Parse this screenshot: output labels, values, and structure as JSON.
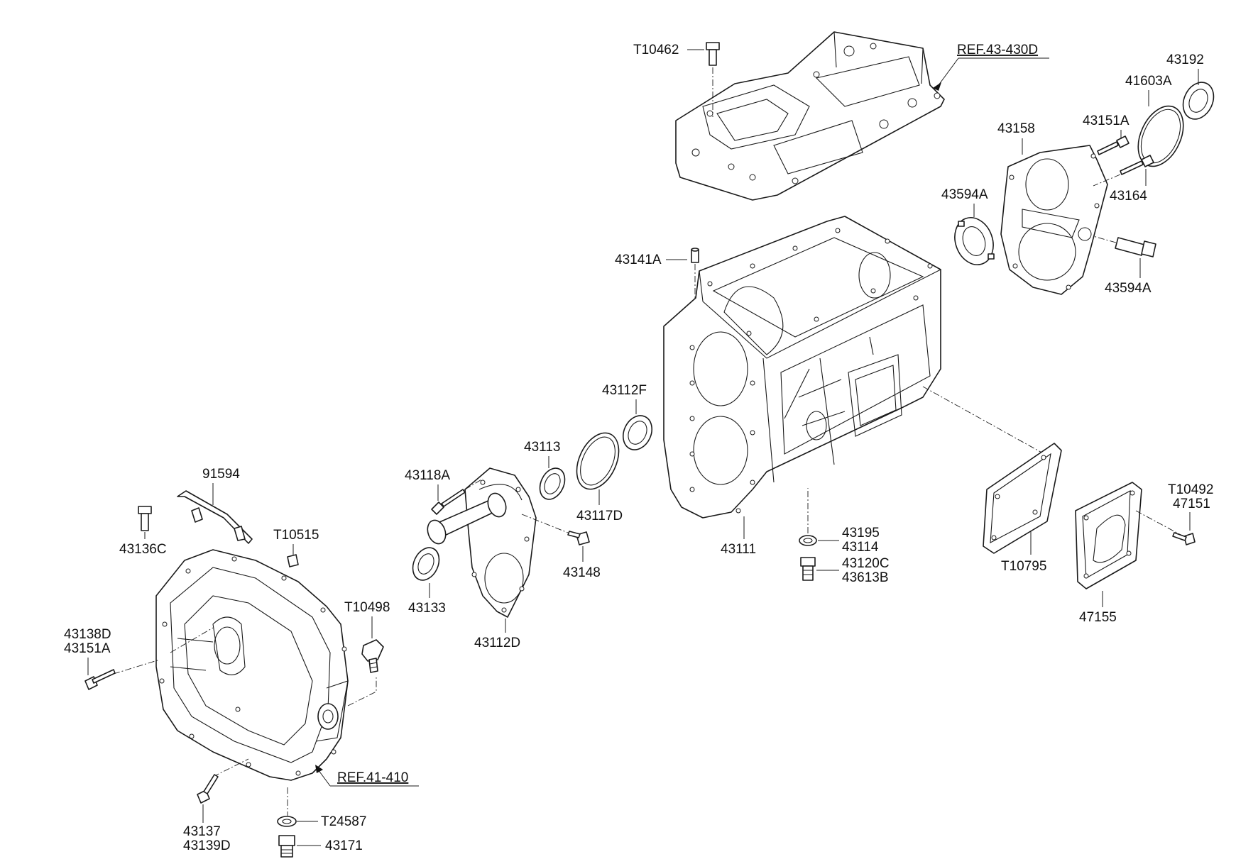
{
  "labels": {
    "T10462": "T10462",
    "REF_43_430D": "REF.43-430D",
    "L43192": "43192",
    "L41603A": "41603A",
    "L43158": "43158",
    "L43151A_top": "43151A",
    "L43164": "43164",
    "L43594A_left": "43594A",
    "L43594A_right": "43594A",
    "L43141A": "43141A",
    "L43112F": "43112F",
    "L43113": "43113",
    "L43117D": "43117D",
    "L43118A": "43118A",
    "L91594": "91594",
    "L43136C": "43136C",
    "T10515": "T10515",
    "L43133": "43133",
    "L43112D": "43112D",
    "L43148": "43148",
    "L43111": "43111",
    "L43195": "43195",
    "L43114": "43114",
    "L43120C": "43120C",
    "L43613B": "43613B",
    "T10492": "T10492",
    "L47151": "47151",
    "T10795": "T10795",
    "L47155": "47155",
    "T10498": "T10498",
    "L43138D": "43138D",
    "L43151A_left": "43151A",
    "REF_41_410": "REF.41-410",
    "L43137": "43137",
    "L43139D": "43139D",
    "T24587": "T24587",
    "L43171": "43171"
  }
}
